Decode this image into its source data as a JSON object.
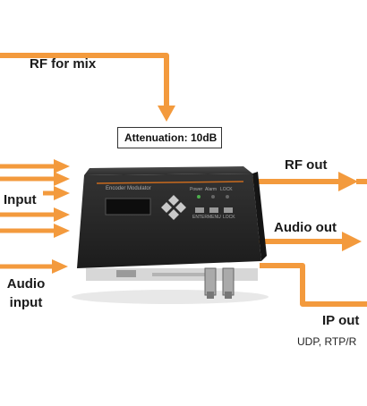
{
  "labels": {
    "rf_for_mix": "RF for mix",
    "attenuation": "Attenuation: 10dB",
    "rf_out": "RF out",
    "input": "Input",
    "audio_out": "Audio out",
    "audio_input": "Audio input",
    "ip_out": "IP out",
    "protocols": "UDP, RTP/R"
  },
  "device": {
    "panel_title": "Encoder Modulator",
    "led_power": "Power",
    "led_alarm": "Alarm",
    "led_lock": "LOCK",
    "btn_enter": "ENTER",
    "btn_menu": "MENU",
    "btn_lock": "LOCK"
  },
  "colors": {
    "arrow": "#f39a3d",
    "device_body": "#2b2b2b",
    "device_top": "#3a3a3a",
    "accent_stripe": "#c86a1e",
    "text": "#1a1a1a"
  }
}
